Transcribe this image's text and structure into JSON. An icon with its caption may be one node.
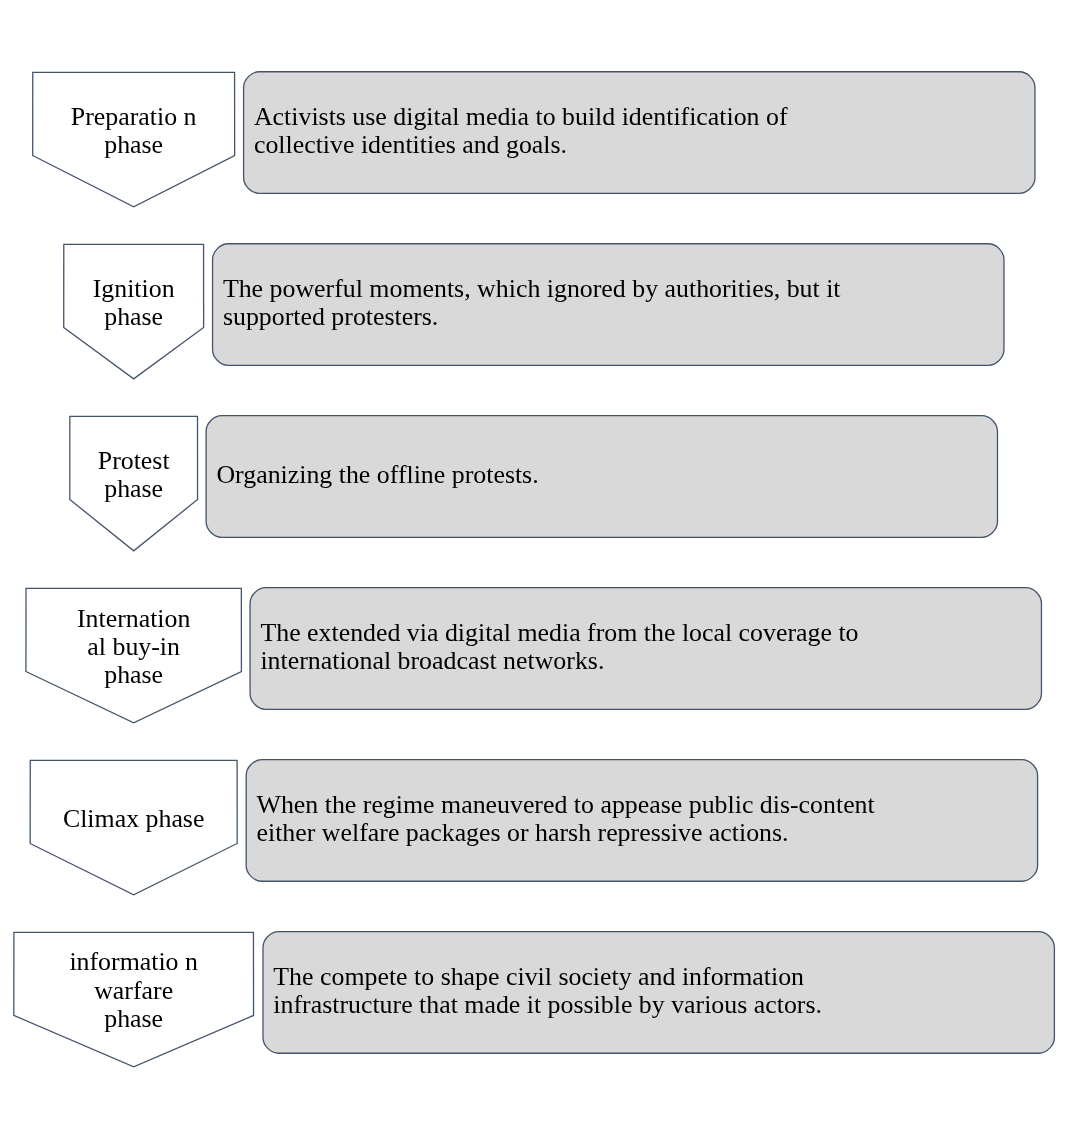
{
  "diagram": {
    "nodes": [
      {
        "text": [
          "Preparatio n phase"
        ]
      },
      {
        "text": [
          "Activists use digital media to build identification of collective identities and goals."
        ]
      },
      {
        "text": [
          "Ignition phase"
        ]
      },
      {
        "text": [
          "The powerful moments, which ignored by authorities, but it supported protesters."
        ]
      },
      {
        "text": [
          "Protest phase"
        ]
      },
      {
        "text": [
          "Organizing the offline protests."
        ]
      },
      {
        "text": [
          "Internation al buy-in phase"
        ]
      },
      {
        "text": [
          "The extended via digital media from the local coverage to international broadcast networks."
        ]
      },
      {
        "text": [
          "Climax phase"
        ]
      },
      {
        "text": [
          "When the regime maneuvered to appease public dis-content either welfare packages or harsh repressive actions."
        ]
      },
      {
        "text": [
          "informatio n warfare phase"
        ]
      },
      {
        "text": [
          "The compete to shape civil society and information infrastructure that made it possible by various actors."
        ]
      }
    ],
    "edges": []
  }
}
